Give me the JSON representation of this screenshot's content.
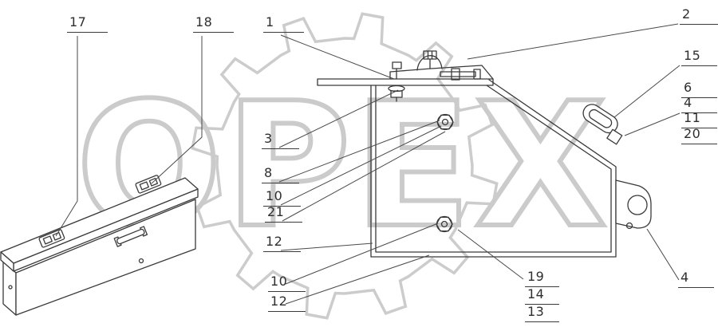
{
  "watermark": {
    "text": "ОРЕХ"
  },
  "callouts": [
    {
      "label": "17"
    },
    {
      "label": "18"
    },
    {
      "label": "1"
    },
    {
      "label": "2"
    },
    {
      "label": "15"
    },
    {
      "label": "6"
    },
    {
      "label": "4"
    },
    {
      "label": "11"
    },
    {
      "label": "20"
    },
    {
      "label": "3"
    },
    {
      "label": "8"
    },
    {
      "label": "10"
    },
    {
      "label": "21"
    },
    {
      "label": "12"
    },
    {
      "label": "10"
    },
    {
      "label": "12"
    },
    {
      "label": "19"
    },
    {
      "label": "14"
    },
    {
      "label": "13"
    },
    {
      "label": "4"
    }
  ],
  "colors": {
    "line": "#3a3a3a",
    "watermark": "#cccccc",
    "background": "#ffffff"
  }
}
